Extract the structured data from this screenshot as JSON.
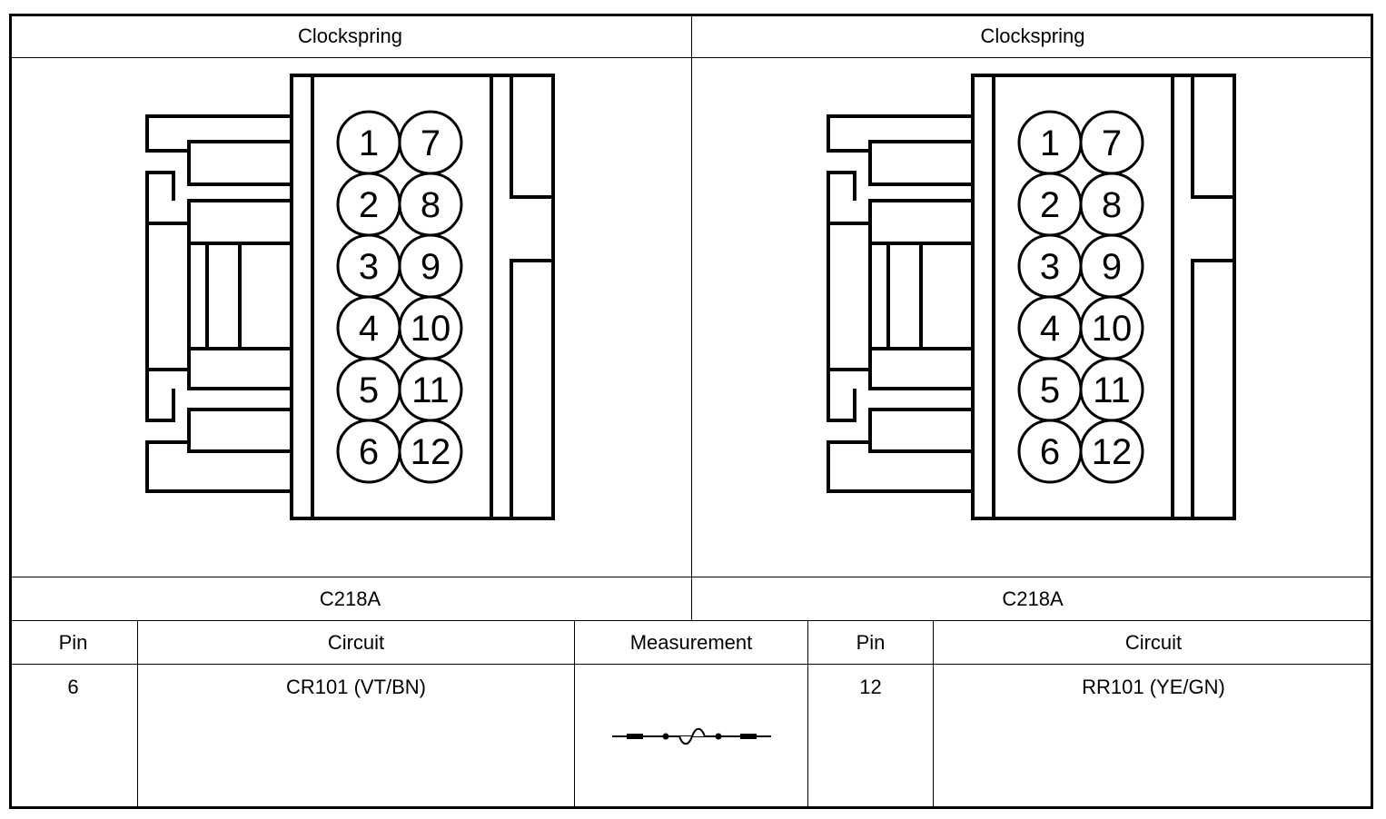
{
  "left_panel": {
    "title": "Clockspring",
    "connector": "C218A",
    "pins_left_column": [
      "1",
      "2",
      "3",
      "4",
      "5",
      "6"
    ],
    "pins_right_column": [
      "7",
      "8",
      "9",
      "10",
      "11",
      "12"
    ]
  },
  "right_panel": {
    "title": "Clockspring",
    "connector": "C218A",
    "pins_left_column": [
      "1",
      "2",
      "3",
      "4",
      "5",
      "6"
    ],
    "pins_right_column": [
      "7",
      "8",
      "9",
      "10",
      "11",
      "12"
    ]
  },
  "table": {
    "headers": {
      "pin_left": "Pin",
      "circuit_left": "Circuit",
      "measurement": "Measurement",
      "pin_right": "Pin",
      "circuit_right": "Circuit"
    },
    "row": {
      "pin_left": "6",
      "circuit_left": "CR101 (VT/BN)",
      "measurement_icon": "resistance-symbol-icon",
      "pin_right": "12",
      "circuit_right": "RR101 (YE/GN)"
    }
  }
}
